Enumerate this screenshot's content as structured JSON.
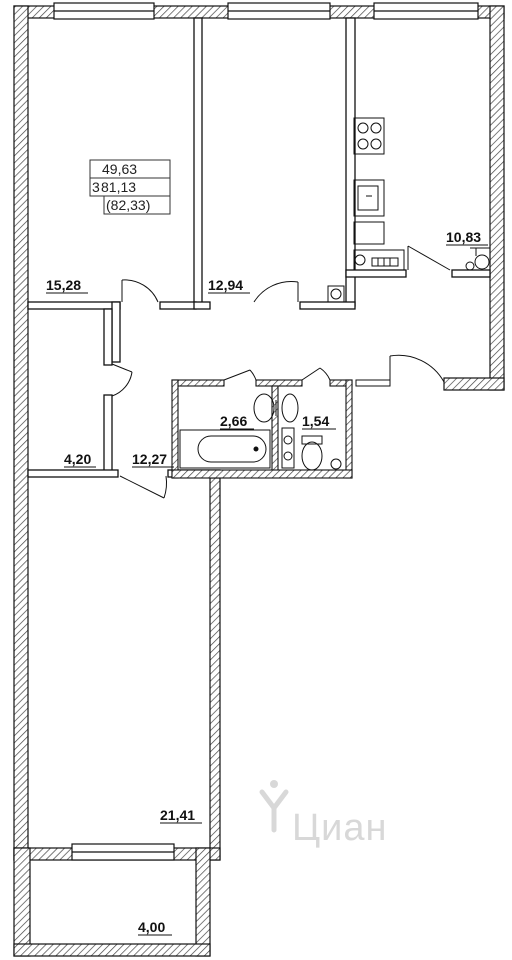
{
  "summary": {
    "living_area": "49,63",
    "total_area": "81,13",
    "total_prefix": "3",
    "area_with_balcony": "(82,33)"
  },
  "rooms": {
    "bedroom_1": "15,28",
    "bedroom_2": "12,94",
    "kitchen": "10,83",
    "storage": "4,20",
    "hallway": "12,27",
    "bathroom": "2,66",
    "toilet": "1,54",
    "living_room": "21,41",
    "balcony": "4,00"
  },
  "watermark": "Циан",
  "icons": [
    "stove-icon",
    "sink-icon",
    "washing-machine-icon",
    "bathtub-icon",
    "washbasin-icon",
    "toilet-icon",
    "boiler-icon",
    "riser-icon"
  ],
  "colors": {
    "wall": "#1a1a1a",
    "hatch": "#555555",
    "background": "#ffffff",
    "watermark": "#d8d8d8"
  }
}
